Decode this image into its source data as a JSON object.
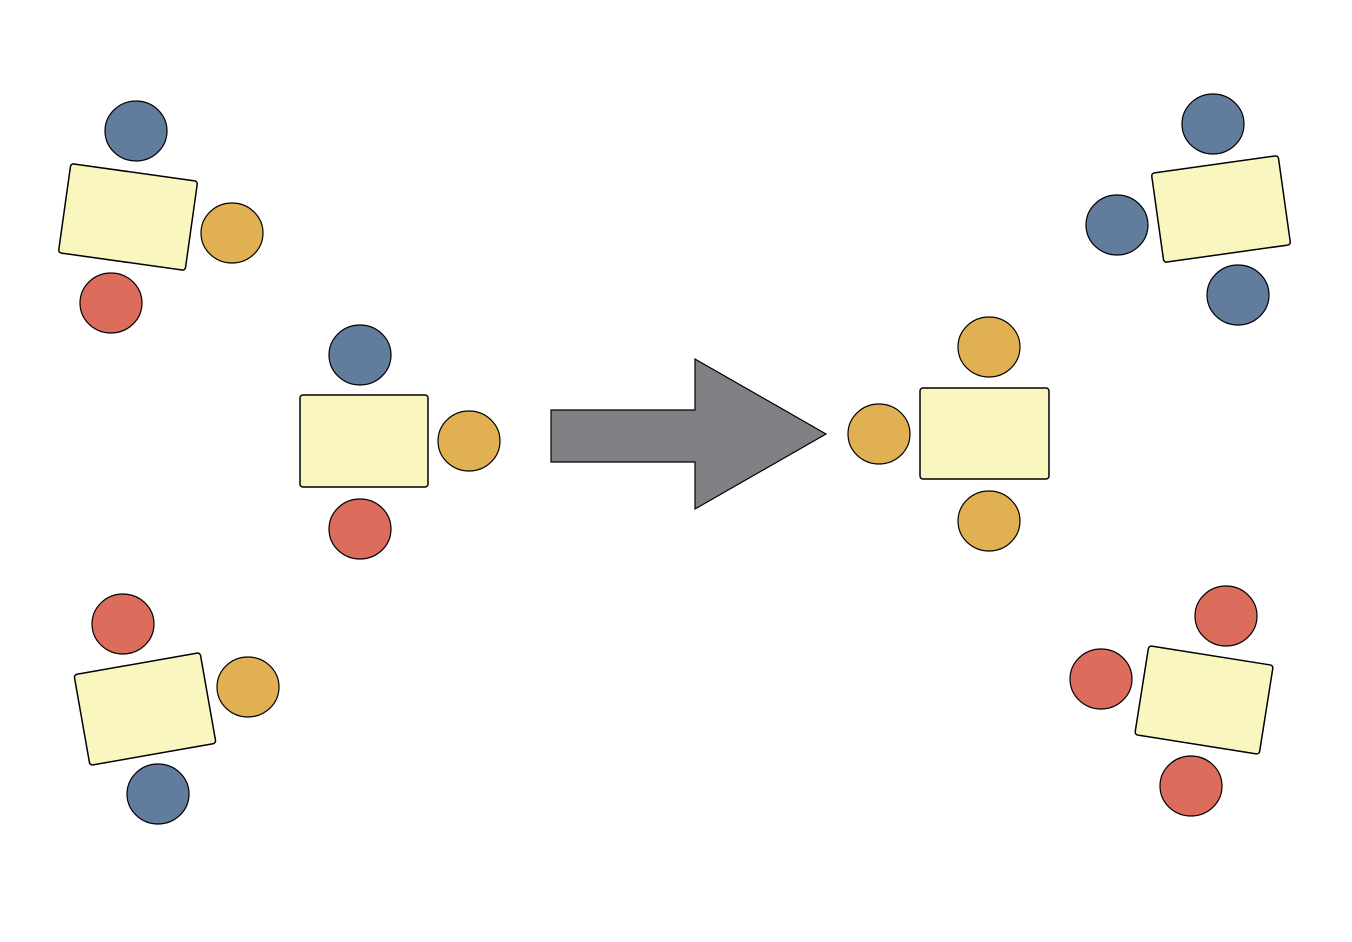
{
  "colors": {
    "table": "#faf6c0",
    "blue": "#617c9c",
    "orange": "#e1b053",
    "red": "#dc6c5c",
    "arrow": "#808184",
    "background": "#ffffff"
  },
  "groups": [
    {
      "name": "group-left-top",
      "seats": [
        "blue",
        "orange",
        "red"
      ]
    },
    {
      "name": "group-left-middle",
      "seats": [
        "blue",
        "orange",
        "red"
      ]
    },
    {
      "name": "group-left-bottom",
      "seats": [
        "red",
        "orange",
        "blue"
      ]
    },
    {
      "name": "group-right-middle",
      "seats": [
        "orange",
        "orange",
        "orange"
      ]
    },
    {
      "name": "group-right-top",
      "seats": [
        "blue",
        "blue",
        "blue"
      ]
    },
    {
      "name": "group-right-bottom",
      "seats": [
        "red",
        "red",
        "red"
      ]
    }
  ],
  "arrow": {
    "direction": "right",
    "icon": "arrow-right-icon"
  }
}
